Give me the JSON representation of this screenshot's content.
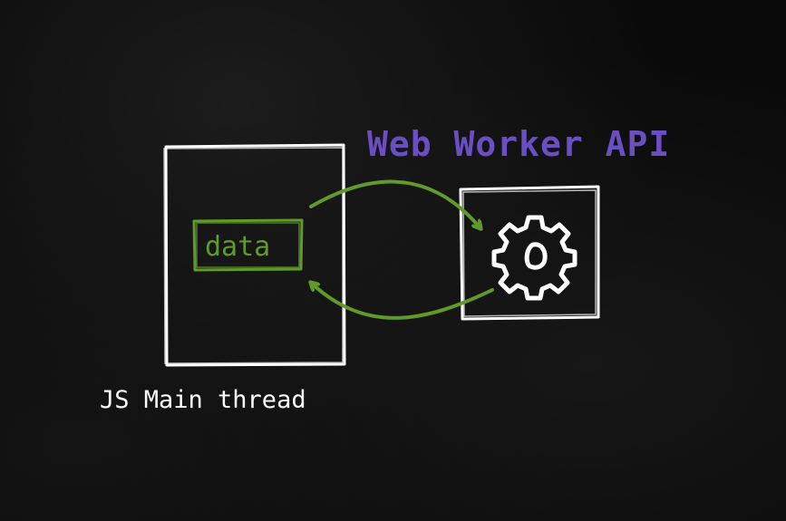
{
  "diagram": {
    "title": "Web Worker API",
    "main_thread_label": "JS Main thread",
    "data_label": "data",
    "worker_icon": "gear-icon"
  },
  "colors": {
    "background": "#0a0a0a",
    "box_stroke": "#ffffff",
    "title": "#6a4fc2",
    "data": "#5f9a2a",
    "arrow": "#5f9a2a",
    "label": "#ffffff"
  }
}
